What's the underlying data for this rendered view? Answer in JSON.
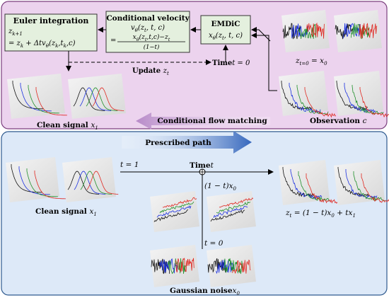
{
  "top": {
    "euler_box": {
      "title": "Euler integration",
      "line1": "z",
      "line1_sub": "k+1",
      "line2": "= z",
      "line2_sub": "k",
      "line2_rest": " + Δtv",
      "line2_theta": "θ",
      "line2_args": "(z",
      "line2_args_sub1": "k",
      "line2_args_mid": ",t",
      "line2_args_sub2": "k",
      "line2_args_end": ",c)"
    },
    "velocity_box": {
      "title": "Conditional velocity",
      "line1": "v",
      "line1_sub": "θ",
      "line1_args": "(z",
      "line1_args_sub": "t",
      "line1_args_end": ", t, c)",
      "equals": "=",
      "numerator": "x",
      "numerator_sub": "θ",
      "numerator_args": "(z",
      "numerator_args_sub": "t",
      "numerator_args_end": ",t,c)−z",
      "numerator_end_sub": "t",
      "denominator": "(1−t)"
    },
    "emdic_box": {
      "title": "EMDiC",
      "line1": "x",
      "line1_sub": "θ",
      "line1_args": "(z",
      "line1_args_sub": "t",
      "line1_args_end": ", t, c)"
    },
    "update_label": "Update",
    "update_var": "z",
    "update_sub": "t",
    "time_label": "Time",
    "time_eq": "t = 0",
    "z0_label": "z",
    "z0_sub": "t=0",
    "z0_rest": " = x",
    "z0_rest_sub": "0",
    "observation_label": "Observation ",
    "observation_var": "c",
    "clean_label": "Clean signal ",
    "clean_var": "x",
    "clean_sub": "1",
    "cfm_label": "Conditional flow matching"
  },
  "bottom": {
    "prescribed_label": "Prescribed path",
    "t1_label": "t = 1",
    "time_label": "Time",
    "time_var": "t",
    "one_minus_t": "(1 − t)x",
    "one_minus_t_sub": "0",
    "t0_label": "t = 0",
    "clean_label": "Clean signal  ",
    "clean_var": "x",
    "clean_sub": "1",
    "zt_label": "z",
    "zt_sub": "t",
    "zt_rest": " = (1 − t)x",
    "zt_rest_sub": "0",
    "zt_tail": " + tx",
    "zt_tail_sub": "1",
    "gaussian_label": "Gaussian noise",
    "gaussian_var": "x",
    "gaussian_sub": "0"
  },
  "colors": {
    "top_panel_bg": "#ecd3ee",
    "top_panel_border": "#7b3f7e",
    "bottom_panel_bg": "#dde9f8",
    "bottom_panel_border": "#2f5a8f",
    "box_fill": "#e4f0de",
    "box_border": "#333333",
    "cfm_arrow": "#b894c9",
    "prescribed_arrow": "#3c6fc2",
    "series_black": "#111111",
    "series_blue": "#1a2fe0",
    "series_green": "#1f8f2a",
    "series_red": "#e0261f"
  }
}
